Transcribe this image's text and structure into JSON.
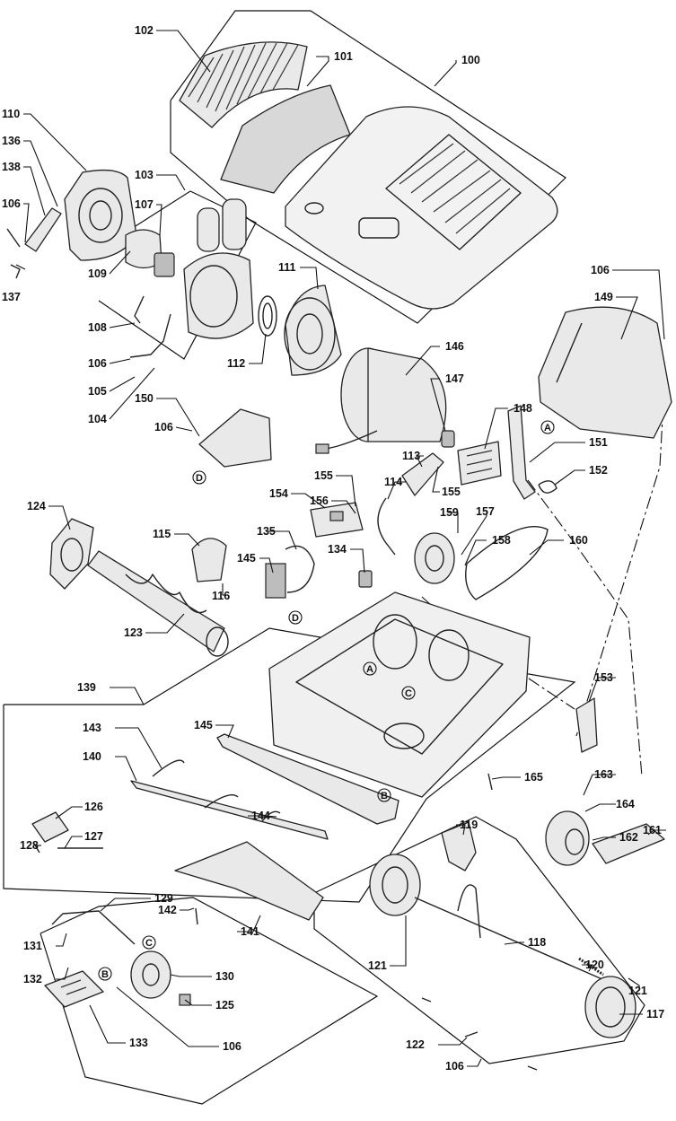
{
  "diagram": {
    "part_labels": [
      "100",
      "101",
      "102",
      "103",
      "104",
      "105",
      "106",
      "107",
      "108",
      "109",
      "110",
      "111",
      "112",
      "113",
      "114",
      "115",
      "116",
      "117",
      "118",
      "119",
      "120",
      "121",
      "122",
      "123",
      "124",
      "125",
      "126",
      "127",
      "128",
      "129",
      "130",
      "131",
      "132",
      "133",
      "134",
      "135",
      "136",
      "137",
      "138",
      "139",
      "140",
      "141",
      "142",
      "143",
      "144",
      "145",
      "146",
      "147",
      "148",
      "149",
      "150",
      "151",
      "152",
      "153",
      "154",
      "155",
      "156",
      "157",
      "158",
      "159",
      "160",
      "161",
      "162",
      "163",
      "164",
      "165"
    ],
    "reference_markers": [
      "A",
      "B",
      "C",
      "D"
    ]
  }
}
